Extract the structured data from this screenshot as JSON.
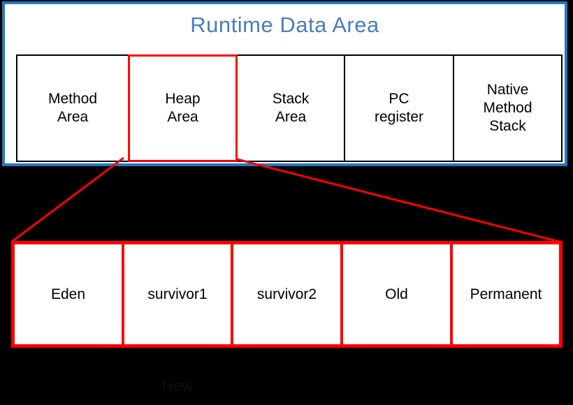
{
  "diagram": {
    "title": "Runtime Data Area",
    "title_color": "#4A7EBB",
    "frame_color": "#1F7AC4",
    "highlight_color": "#FF0000",
    "background_color": "#000000",
    "panel_background": "#FFFFFF"
  },
  "runtime_areas": [
    {
      "label": "Method\nArea",
      "highlighted": false
    },
    {
      "label": "Heap\nArea",
      "highlighted": true
    },
    {
      "label": "Stack\nArea",
      "highlighted": false
    },
    {
      "label": "PC\nregister",
      "highlighted": false
    },
    {
      "label": "Native\nMethod\nStack",
      "highlighted": false
    }
  ],
  "heap_generations": [
    {
      "label": "Eden"
    },
    {
      "label": "survivor1"
    },
    {
      "label": "survivor2"
    },
    {
      "label": "Old"
    },
    {
      "label": "Permanent"
    }
  ],
  "caption": {
    "new_label": "New"
  }
}
